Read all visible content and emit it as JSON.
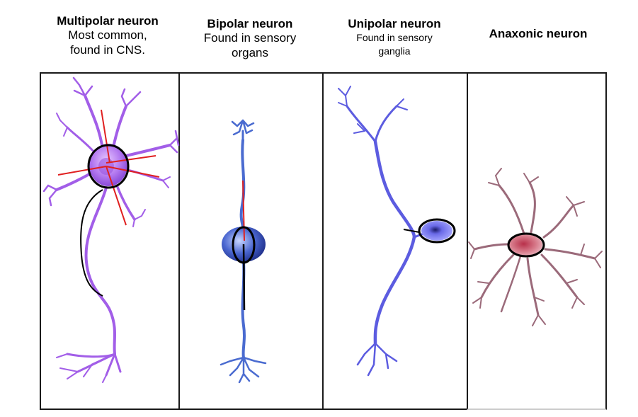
{
  "panels": [
    {
      "title": "Multipolar neuron",
      "subtitle_line1": "Most common,",
      "subtitle_line2": "found in CNS."
    },
    {
      "title": "Bipolar neuron",
      "subtitle_line1": "Found in sensory",
      "subtitle_line2": "organs"
    },
    {
      "title": "Unipolar neuron",
      "subtitle_line1": "Found in sensory",
      "subtitle_line2": "ganglia"
    },
    {
      "title": "Anaxonic neuron"
    }
  ],
  "colors": {
    "multipolar": "#a25ee8",
    "bipolar": "#4a6bd0",
    "unipolar": "#5c5ce0",
    "anaxonic": "#9b6a7a",
    "annotation_red": "#e02020",
    "annotation_black": "#000000"
  }
}
